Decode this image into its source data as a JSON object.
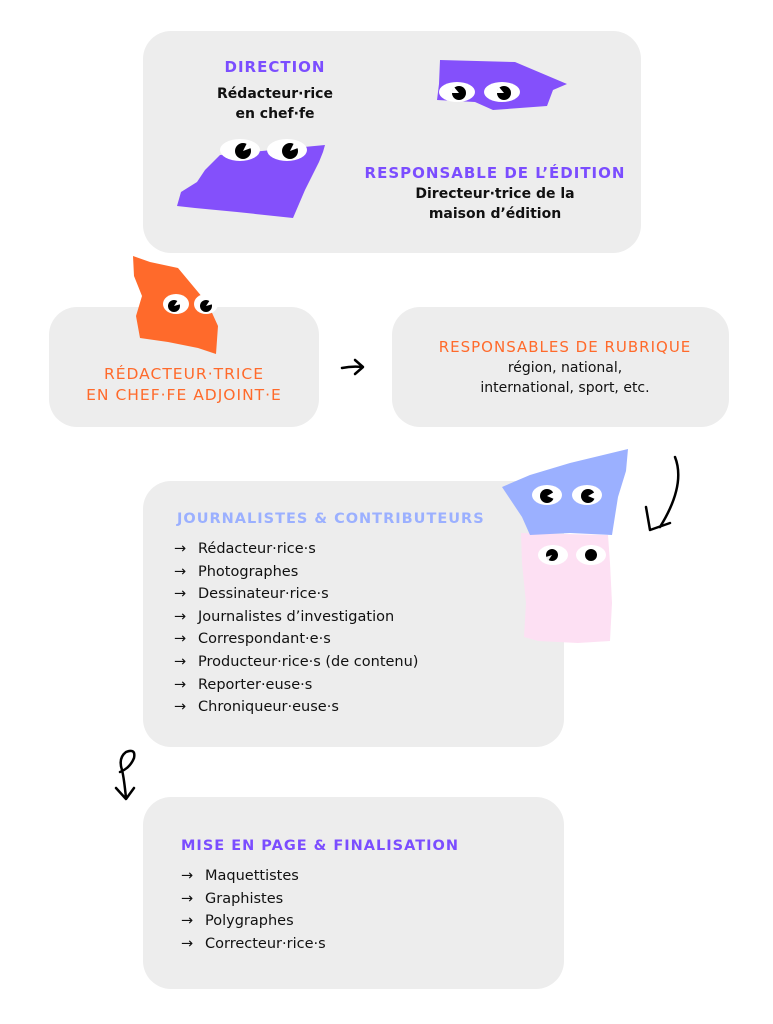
{
  "direction_box": {
    "direction_title": "DIRECTION",
    "direction_subtitle_line1": "Rédacteur·rice",
    "direction_subtitle_line2": "en chef·fe",
    "edition_title": "RESPONSABLE DE L’ÉDITION",
    "edition_subtitle_line1": "Directeur·trice de la",
    "edition_subtitle_line2": "maison d’édition"
  },
  "deputy_box": {
    "title_line1": "RÉDACTEUR·TRICE",
    "title_line2": "EN CHEF·FE ADJOINT·E"
  },
  "section_box": {
    "title": "RESPONSABLES DE RUBRIQUE",
    "line1": "région, national,",
    "line2": "international, sport, etc."
  },
  "journalists_box": {
    "title": "JOURNALISTES & CONTRIBUTEURS",
    "items": [
      "Rédacteur·rice·s",
      "Photographes",
      "Dessinateur·rice·s",
      "Journalistes d’investigation",
      "Correspondant·e·s",
      "Producteur·rice·s (de contenu)",
      "Reporter·euse·s",
      "Chroniqueur·euse·s"
    ]
  },
  "layout_box": {
    "title": "MISE EN PAGE & FINALISATION",
    "items": [
      "Maquettistes",
      "Graphistes",
      "Polygraphes",
      "Correcteur·rice·s"
    ]
  },
  "list_arrow": "→",
  "colors": {
    "purple": "#7b4dff",
    "orange": "#ff6a2b",
    "light_blue": "#9bb0ff",
    "pink": "#fde0f3",
    "box_gray": "#ededed"
  }
}
